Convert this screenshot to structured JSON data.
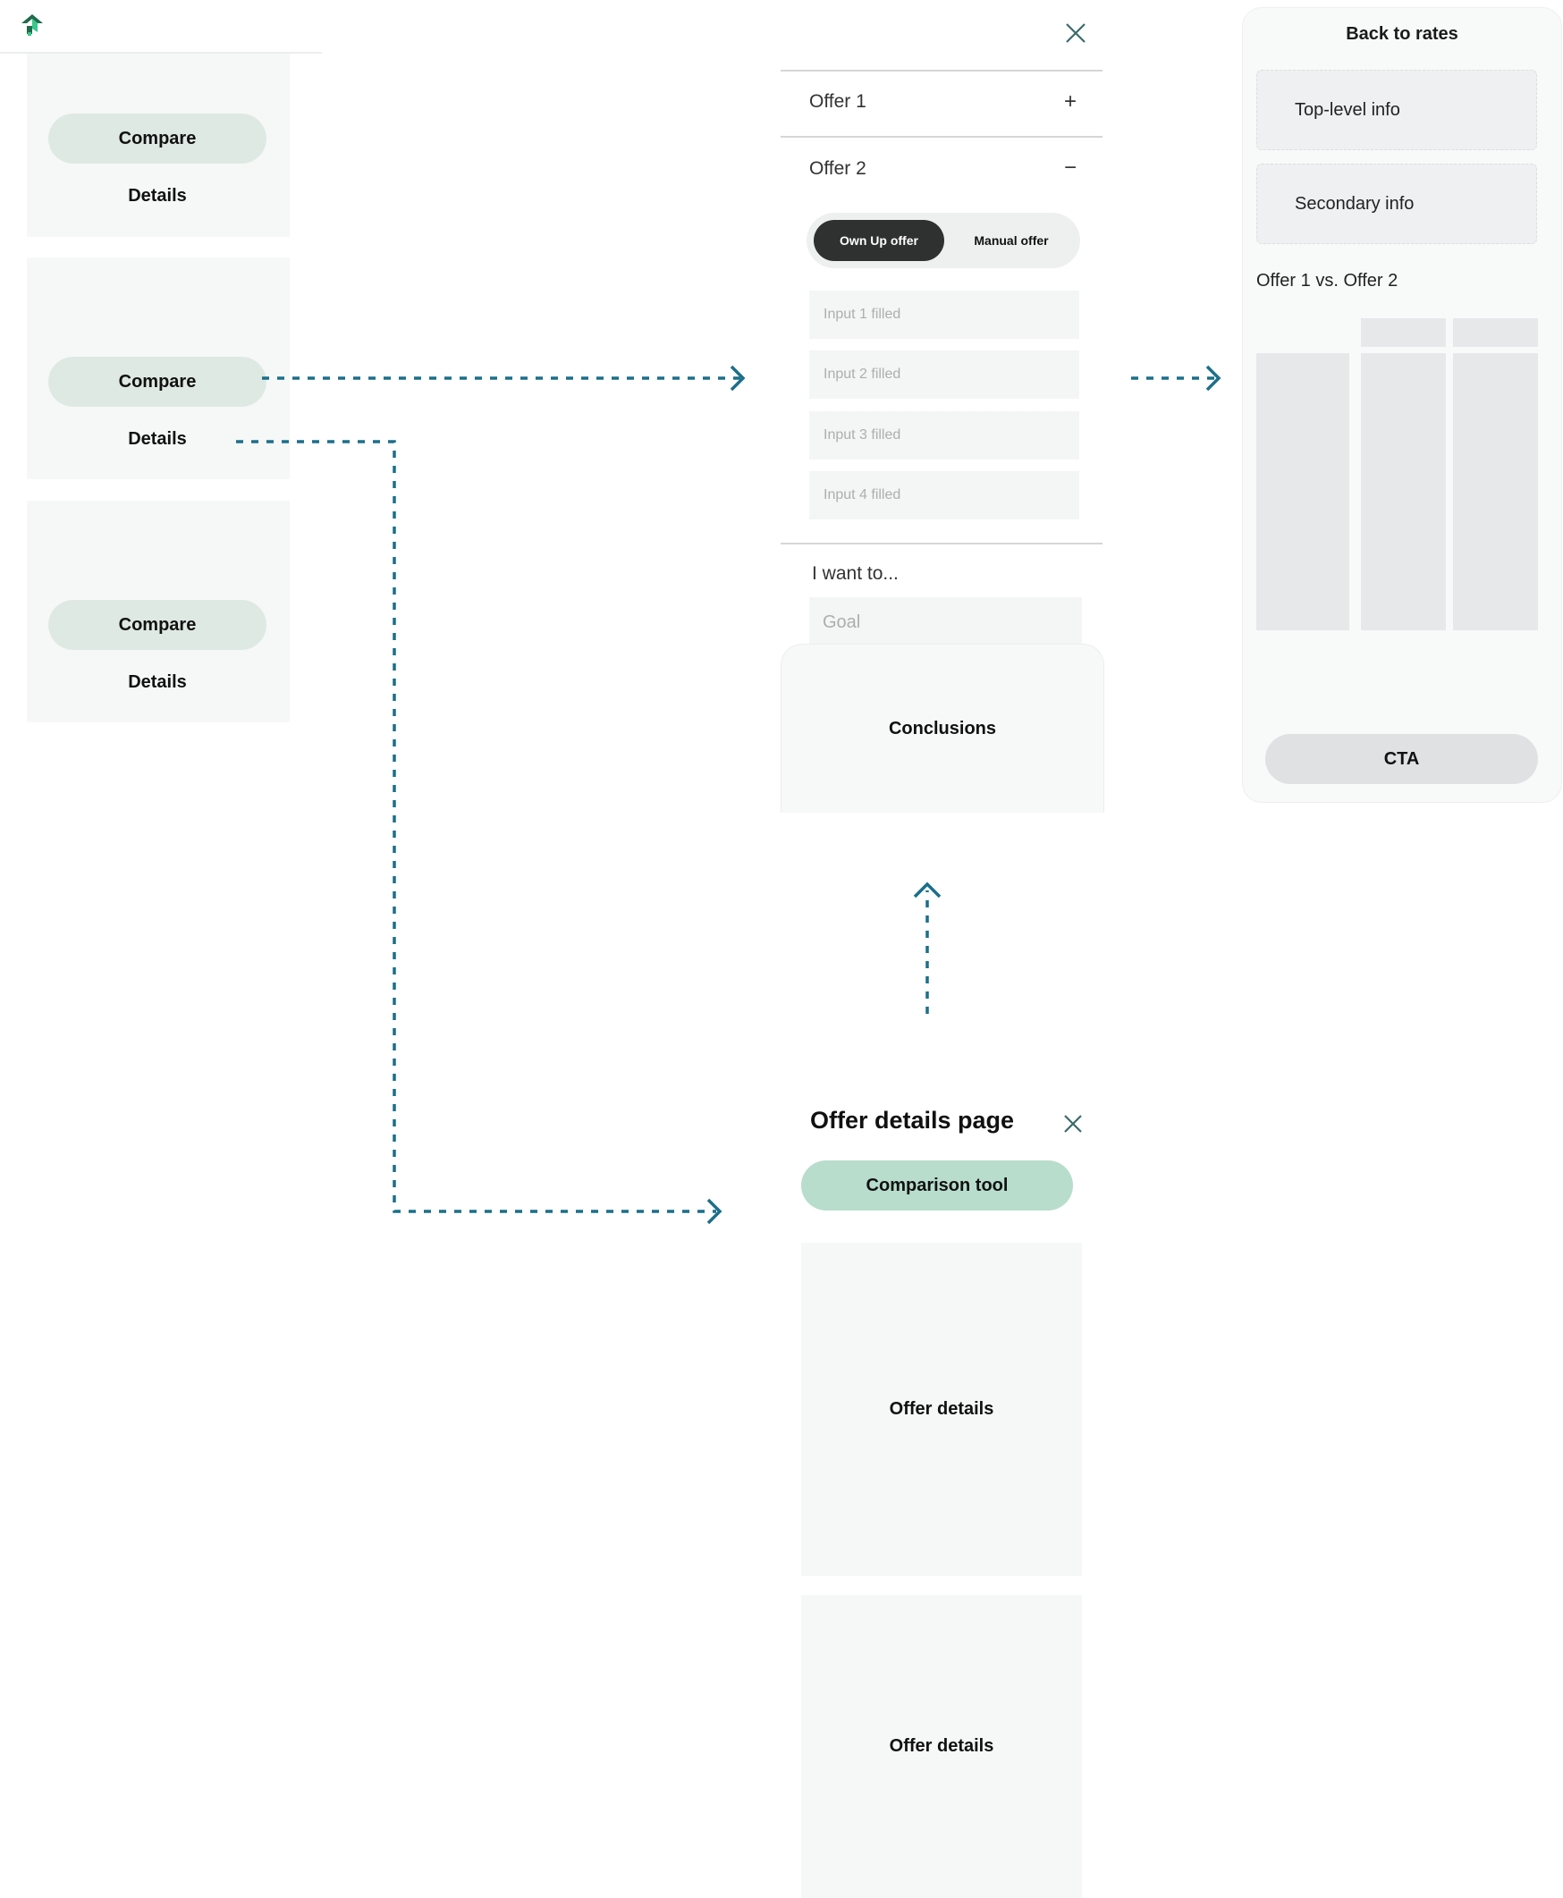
{
  "rates_list": {
    "cards": [
      {
        "compare_label": "Compare",
        "details_label": "Details"
      },
      {
        "compare_label": "Compare",
        "details_label": "Details"
      },
      {
        "compare_label": "Compare",
        "details_label": "Details"
      }
    ]
  },
  "comparison_form": {
    "offers": [
      {
        "label": "Offer 1",
        "toggle_symbol": "+"
      },
      {
        "label": "Offer 2",
        "toggle_symbol": "−"
      }
    ],
    "offer_type_toggle": {
      "active": "Own Up offer",
      "inactive": "Manual offer"
    },
    "inputs": [
      "Input 1 filled",
      "Input 2 filled",
      "Input 3 filled",
      "Input 4 filled"
    ],
    "goal_prompt": "I want to...",
    "goal_placeholder": "Goal",
    "conclusions_label": "Conclusions",
    "close_icon": "close-icon"
  },
  "results_panel": {
    "back_label": "Back to rates",
    "top_info": "Top-level info",
    "secondary_info": "Secondary info",
    "comparison_title": "Offer 1 vs. Offer 2",
    "cta_label": "CTA"
  },
  "offer_details_page": {
    "title": "Offer details page",
    "comparison_button": "Comparison tool",
    "cards": [
      "Offer details",
      "Offer details"
    ],
    "close_icon": "close-icon"
  },
  "colors": {
    "arrow": "#1b6f8a",
    "brand_dark": "#1f6b4e",
    "brand_light": "#36c98a",
    "pill_green": "#dfe9e4",
    "comparison_green": "#b8ddcc",
    "toggle_active": "#2f3030"
  }
}
